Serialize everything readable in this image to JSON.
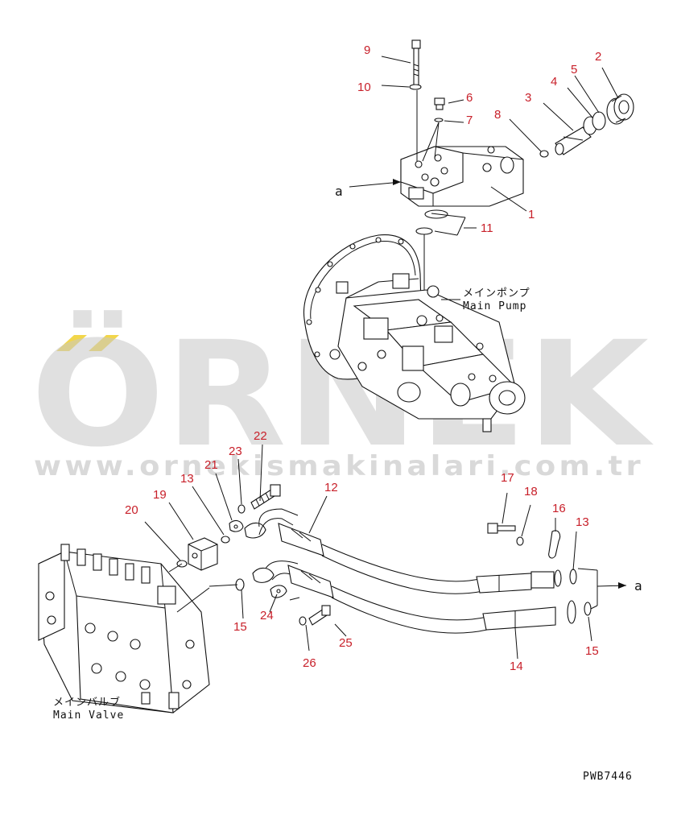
{
  "callouts": [
    {
      "id": "c9",
      "text": "9"
    },
    {
      "id": "c10",
      "text": "10"
    },
    {
      "id": "c6",
      "text": "6"
    },
    {
      "id": "c7",
      "text": "7"
    },
    {
      "id": "c8",
      "text": "8"
    },
    {
      "id": "c3",
      "text": "3"
    },
    {
      "id": "c4",
      "text": "4"
    },
    {
      "id": "c5",
      "text": "5"
    },
    {
      "id": "c2",
      "text": "2"
    },
    {
      "id": "c1",
      "text": "1"
    },
    {
      "id": "c11",
      "text": "11"
    },
    {
      "id": "c22",
      "text": "22"
    },
    {
      "id": "c23",
      "text": "23"
    },
    {
      "id": "c21",
      "text": "21"
    },
    {
      "id": "c13a",
      "text": "13"
    },
    {
      "id": "c19",
      "text": "19"
    },
    {
      "id": "c20",
      "text": "20"
    },
    {
      "id": "c12",
      "text": "12"
    },
    {
      "id": "c17",
      "text": "17"
    },
    {
      "id": "c18",
      "text": "18"
    },
    {
      "id": "c16",
      "text": "16"
    },
    {
      "id": "c13b",
      "text": "13"
    },
    {
      "id": "c15a",
      "text": "15"
    },
    {
      "id": "c24",
      "text": "24"
    },
    {
      "id": "c25",
      "text": "25"
    },
    {
      "id": "c26",
      "text": "26"
    },
    {
      "id": "c14",
      "text": "14"
    },
    {
      "id": "c15b",
      "text": "15"
    }
  ],
  "labels": {
    "arrow_a_top": "a",
    "arrow_a_right": "a",
    "main_pump_jp": "メインポンプ",
    "main_pump_en": "Main Pump",
    "main_valve_jp": "メインバルブ",
    "main_valve_en": "Main Valve",
    "drawing_code": "PWB7446"
  },
  "watermark": {
    "brand": "ÖRNEK",
    "url": "www.ornekismakinalari.com.tr",
    "accent_color": "#f2d64a",
    "text_color": "#c8c8c8"
  },
  "colors": {
    "callout": "#c8202a",
    "line": "#111111"
  }
}
